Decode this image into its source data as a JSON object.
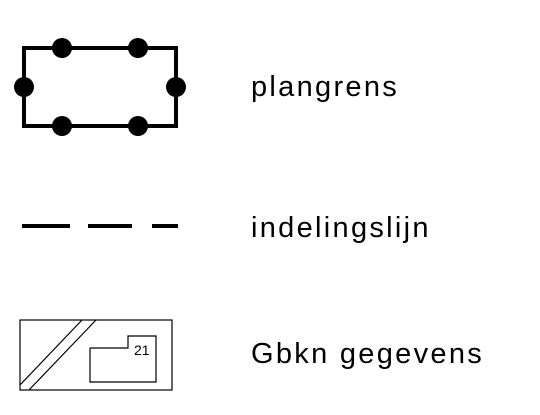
{
  "legend": {
    "items": [
      {
        "symbol": "plangrens-symbol-icon",
        "label": "plangrens"
      },
      {
        "symbol": "indelingslijn-symbol-icon",
        "label": "indelingslijn"
      },
      {
        "symbol": "gbkn-symbol-icon",
        "label": "Gbkn gegevens",
        "parcel_number": "21"
      }
    ],
    "colors": {
      "line": "#000000",
      "background": "#ffffff"
    }
  }
}
